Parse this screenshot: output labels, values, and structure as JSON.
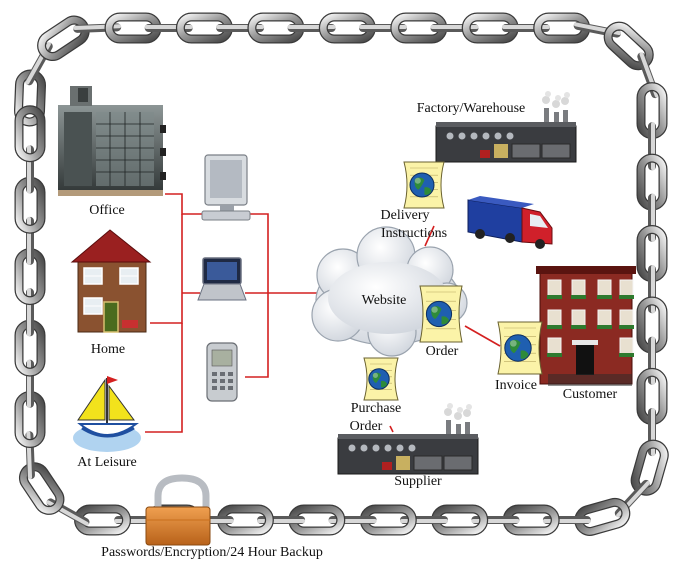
{
  "diagram": {
    "nodes": {
      "office": {
        "label": "Office",
        "icon": "office-building-icon"
      },
      "home": {
        "label": "Home",
        "icon": "house-icon"
      },
      "leisure": {
        "label": "At Leisure",
        "icon": "sailboat-icon"
      },
      "desktop": {
        "icon": "desktop-monitor-icon"
      },
      "laptop": {
        "icon": "laptop-icon"
      },
      "mobile": {
        "icon": "mobile-phone-icon"
      },
      "website": {
        "label": "Website",
        "icon": "cloud-icon"
      },
      "order": {
        "label": "Order",
        "icon": "document-globe-icon"
      },
      "factory": {
        "label": "Factory/Warehouse",
        "icon": "factory-icon"
      },
      "delivery": {
        "label_line1": "Delivery",
        "label_line2": "Instructions",
        "icon": "document-globe-icon"
      },
      "truck": {
        "icon": "delivery-truck-icon"
      },
      "invoice": {
        "label": "Invoice",
        "icon": "document-globe-icon"
      },
      "customer": {
        "label": "Customer",
        "icon": "brick-building-icon"
      },
      "purchase_order": {
        "label_line1": "Purchase",
        "label_line2": "Order",
        "icon": "document-globe-icon"
      },
      "supplier": {
        "label": "Supplier",
        "icon": "factory-icon"
      },
      "security": {
        "label": "Passwords/Encryption/24 Hour Backup",
        "icon": "padlock-icon"
      }
    },
    "frame_icon": "chain-frame-icon",
    "colors": {
      "connector": "#d42020",
      "chain": "#9a9a9a",
      "cloud": "#e4e8ee",
      "document": "#fbf3a8",
      "globe_land": "#2e8b3a",
      "globe_sea": "#1f5fb0",
      "padlock": "#d9822b",
      "brick": "#8b2a22",
      "truck_box": "#1f3fa0",
      "truck_cab": "#d0202a"
    }
  }
}
